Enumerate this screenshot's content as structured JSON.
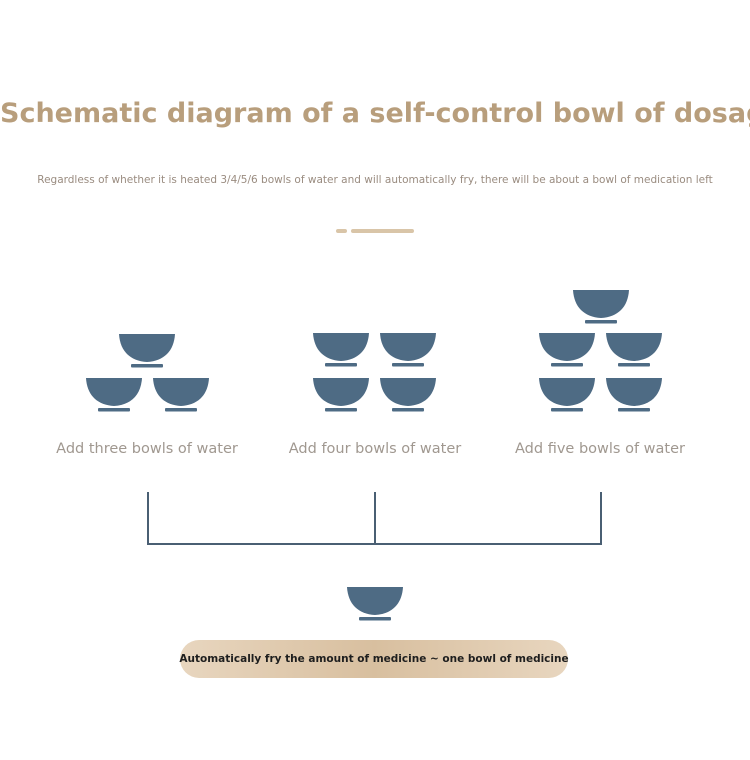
{
  "header": {
    "title": "Schematic diagram of a self-control bowl of dosage",
    "subtitle": "Regardless of whether it is heated 3/4/5/6 bowls of water and will automatically fry, there will be about a bowl of medication left"
  },
  "groups": [
    {
      "label": "Add three bowls of water",
      "bowl_count": 3
    },
    {
      "label": "Add four bowls of water",
      "bowl_count": 4
    },
    {
      "label": "Add five bowls of water",
      "bowl_count": 5
    }
  ],
  "result": {
    "bowl_count": 1,
    "label": "Automatically fry the amount of medicine ~ one bowl of medicine"
  },
  "colors": {
    "bowl": "#4e6b84",
    "title": "#b89e7c",
    "line": "#4a5f73",
    "pill": "#dcc4a4"
  },
  "icons": {
    "bowl": "bowl-icon"
  }
}
